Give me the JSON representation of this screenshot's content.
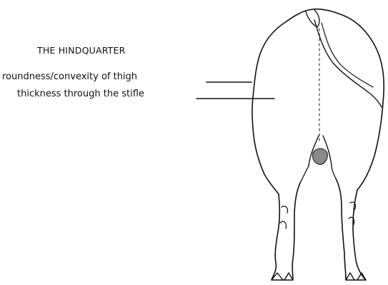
{
  "diagram": {
    "title": "THE HINDQUARTER",
    "labels": [
      {
        "id": "roundness",
        "text": "roundness/convexity of thigh"
      },
      {
        "id": "stifle",
        "text": "thickness through the stifle"
      }
    ],
    "colors": {
      "ink": "#111111",
      "shadow": "#8a8a8a",
      "background": "#ffffff"
    }
  }
}
